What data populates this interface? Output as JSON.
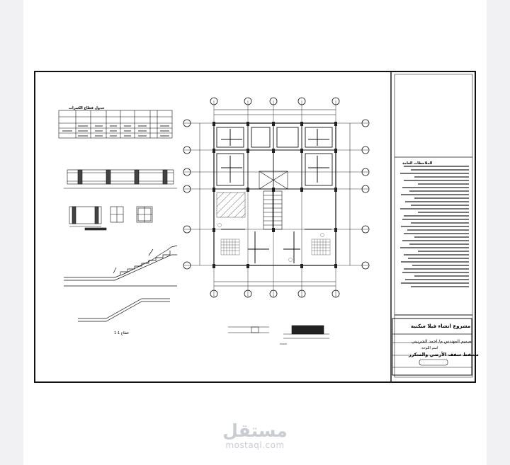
{
  "drawing": {
    "schedule_title": "جدول قطاع الكمرات",
    "title_block": {
      "project_title": "مشروع انشاء فيلا سكنية",
      "designer": "تصميم المهندس م/ احمد الشربيني",
      "board_label": "اسم اللوحة",
      "board_name": "مسقط سقف الأرضي والمتكرر"
    },
    "notes_title": "الملاحظات العامة",
    "section_label": "قطاع 1-1"
  },
  "watermark": {
    "arabic": "مستقل",
    "latin": "mostaql.com"
  },
  "colors": {
    "page_bg": "#f1f1f3",
    "card_bg": "#ffffff",
    "line": "#111111",
    "watermark": "#c8cdd3"
  }
}
